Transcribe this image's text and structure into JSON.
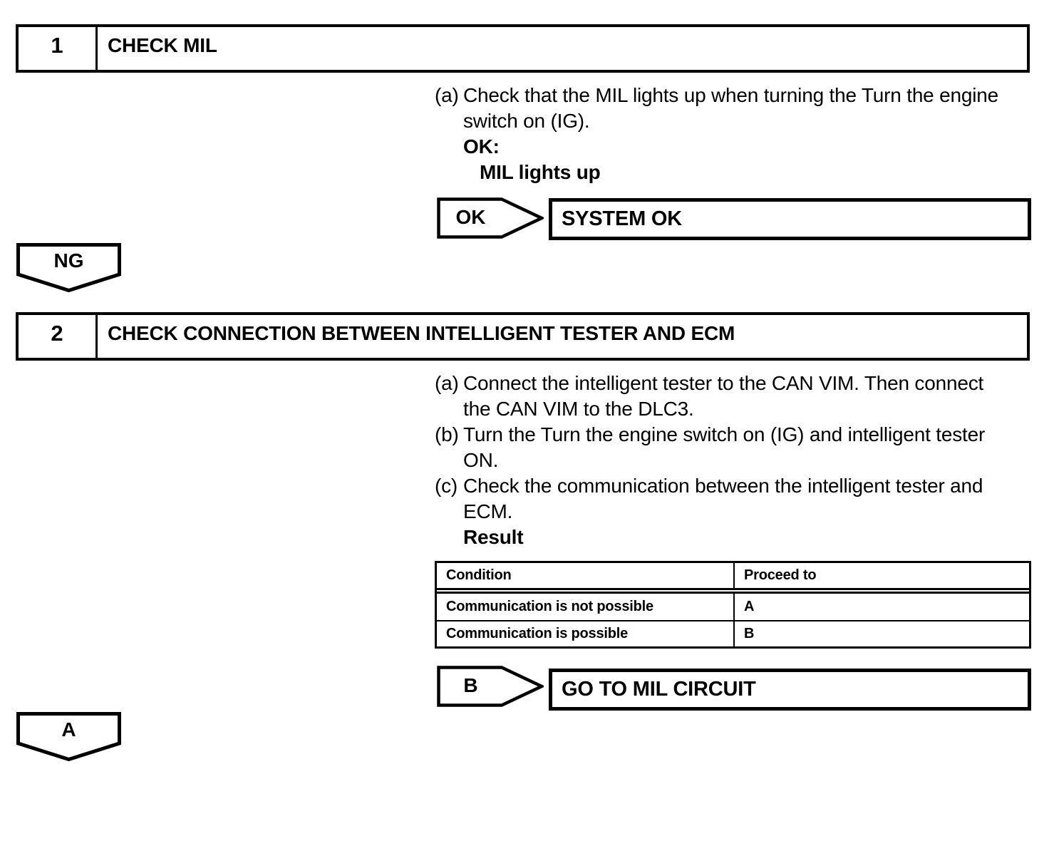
{
  "colors": {
    "ink": "#000000",
    "paper": "#ffffff"
  },
  "step1": {
    "number": "1",
    "title": "CHECK MIL",
    "item_a_label": "(a)",
    "item_a_text": "Check that the MIL lights up when turning the Turn the engine switch on (IG).",
    "ok_label": "OK:",
    "ok_value": "MIL lights up",
    "result_connector": "OK",
    "result_action": "SYSTEM OK",
    "ng_connector": "NG"
  },
  "step2": {
    "number": "2",
    "title": "CHECK CONNECTION BETWEEN INTELLIGENT TESTER AND ECM",
    "item_a_label": "(a)",
    "item_a_text": "Connect the intelligent tester to the CAN VIM. Then connect the CAN VIM to the DLC3.",
    "item_b_label": "(b)",
    "item_b_text": "Turn the Turn the engine switch on (IG) and intelligent tester ON.",
    "item_c_label": "(c)",
    "item_c_text": "Check the communication between the intelligent tester and ECM.",
    "result_heading": "Result",
    "result_table": {
      "headers": [
        "Condition",
        "Proceed to"
      ],
      "rows": [
        [
          "Communication is not possible",
          "A"
        ],
        [
          "Communication is possible",
          "B"
        ]
      ]
    },
    "result_connector": "B",
    "result_action": "GO TO MIL CIRCUIT",
    "a_connector": "A"
  }
}
